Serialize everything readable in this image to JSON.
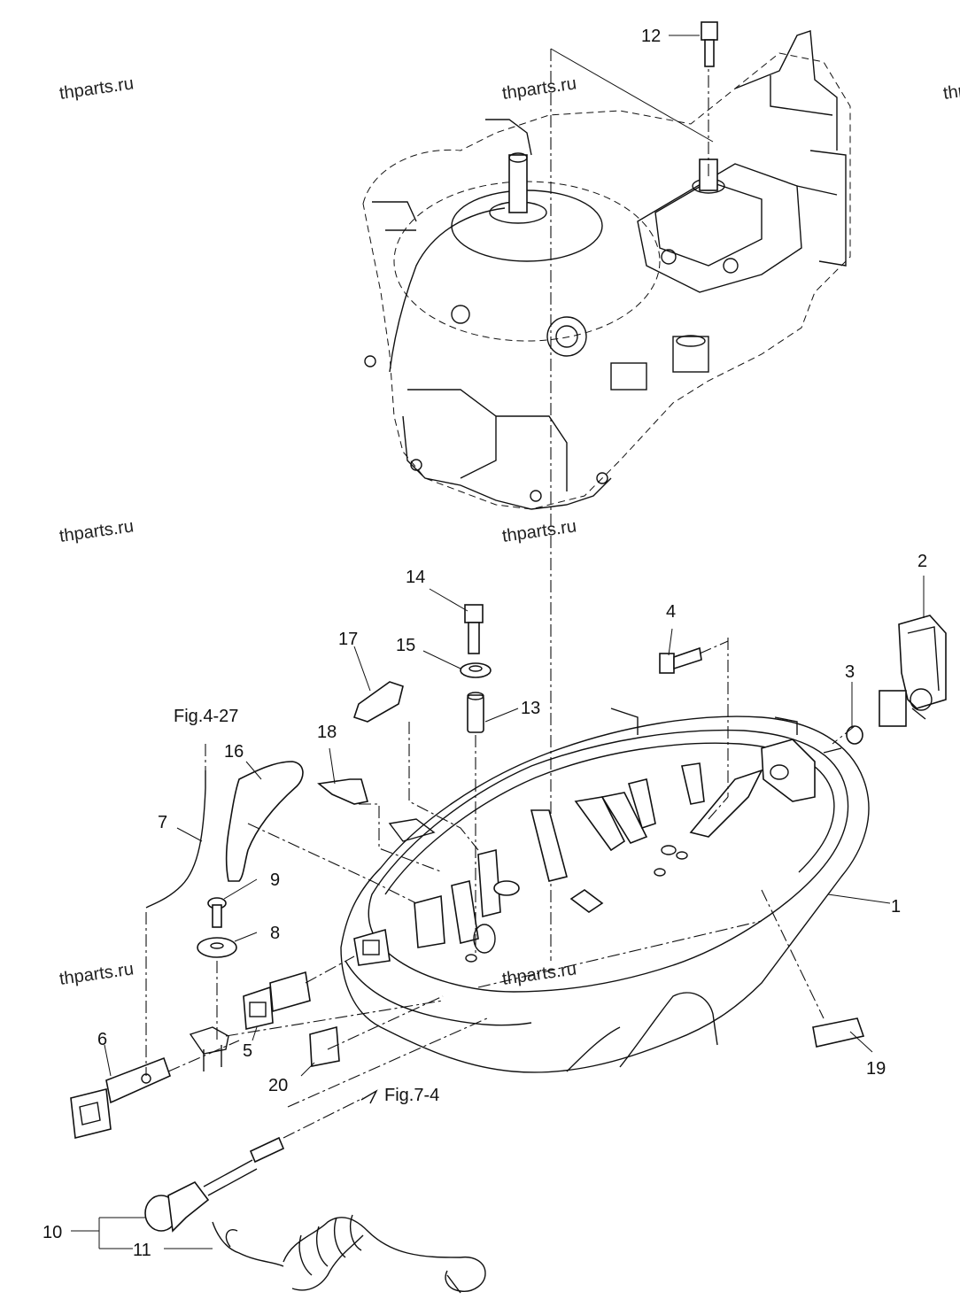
{
  "watermarks": [
    "thparts.ru",
    "thparts.ru",
    "thparts.ru",
    "thparts.ru",
    "thparts.ru",
    "thparts.ru",
    "thparts.ru"
  ],
  "callouts": {
    "c1": "1",
    "c2": "2",
    "c3": "3",
    "c4": "4",
    "c5": "5",
    "c6": "6",
    "c7": "7",
    "c8": "8",
    "c9": "9",
    "c10": "10",
    "c11": "11",
    "c12": "12",
    "c13": "13",
    "c14": "14",
    "c15": "15",
    "c16": "16",
    "c17": "17",
    "c18": "18",
    "c19": "19",
    "c20": "20"
  },
  "figure_refs": {
    "fig_4_27": "Fig.4-27",
    "fig_7_4": "Fig.7-4"
  }
}
